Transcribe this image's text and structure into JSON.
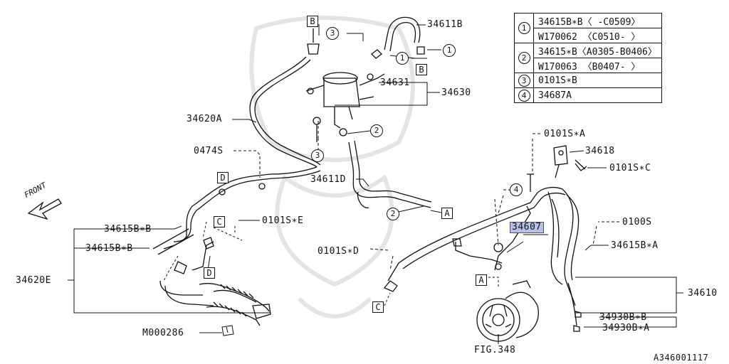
{
  "table": [
    {
      "num": "1",
      "rows": [
        "34615B∗B〈      -C0509〉",
        "W170062 〈C0510-     〉"
      ]
    },
    {
      "num": "2",
      "rows": [
        "34615∗B〈A0305-B0406〉",
        "W170063 〈B0407-     〉"
      ]
    },
    {
      "num": "3",
      "rows": [
        "0101S∗B"
      ]
    },
    {
      "num": "4",
      "rows": [
        "34687A"
      ]
    }
  ],
  "labels": {
    "p34611B": "34611B",
    "p34631": "34631",
    "p34630": "34630",
    "p34620A": "34620A",
    "p0474S": "0474S",
    "p34611D": "34611D",
    "p0101SA": "0101S∗A",
    "p34618": "34618",
    "p0101SC": "0101S∗C",
    "p34615BB_1": "34615B∗B",
    "p34615BB_2": "34615B∗B",
    "p0101SE": "0101S∗E",
    "p34620E": "34620E",
    "p0101SD": "0101S∗D",
    "p34607": "34607",
    "p0100S": "0100S",
    "p34615BA": "34615B∗A",
    "p34610": "34610",
    "p34930BB": "34930B∗B",
    "p34930BA": "34930B∗A",
    "pM000286": "M000286",
    "pFIG348": "FIG.348",
    "pA346": "A346001117",
    "front": "FRONT"
  },
  "markers": {
    "boxB1": "B",
    "boxB2": "B",
    "boxD1": "D",
    "boxD2": "D",
    "boxC1": "C",
    "boxC2": "C",
    "boxA1": "A",
    "boxA2": "A",
    "c1a": "1",
    "c1b": "1",
    "c2a": "2",
    "c2b": "2",
    "c3a": "3",
    "c3b": "3",
    "c4": "4"
  }
}
